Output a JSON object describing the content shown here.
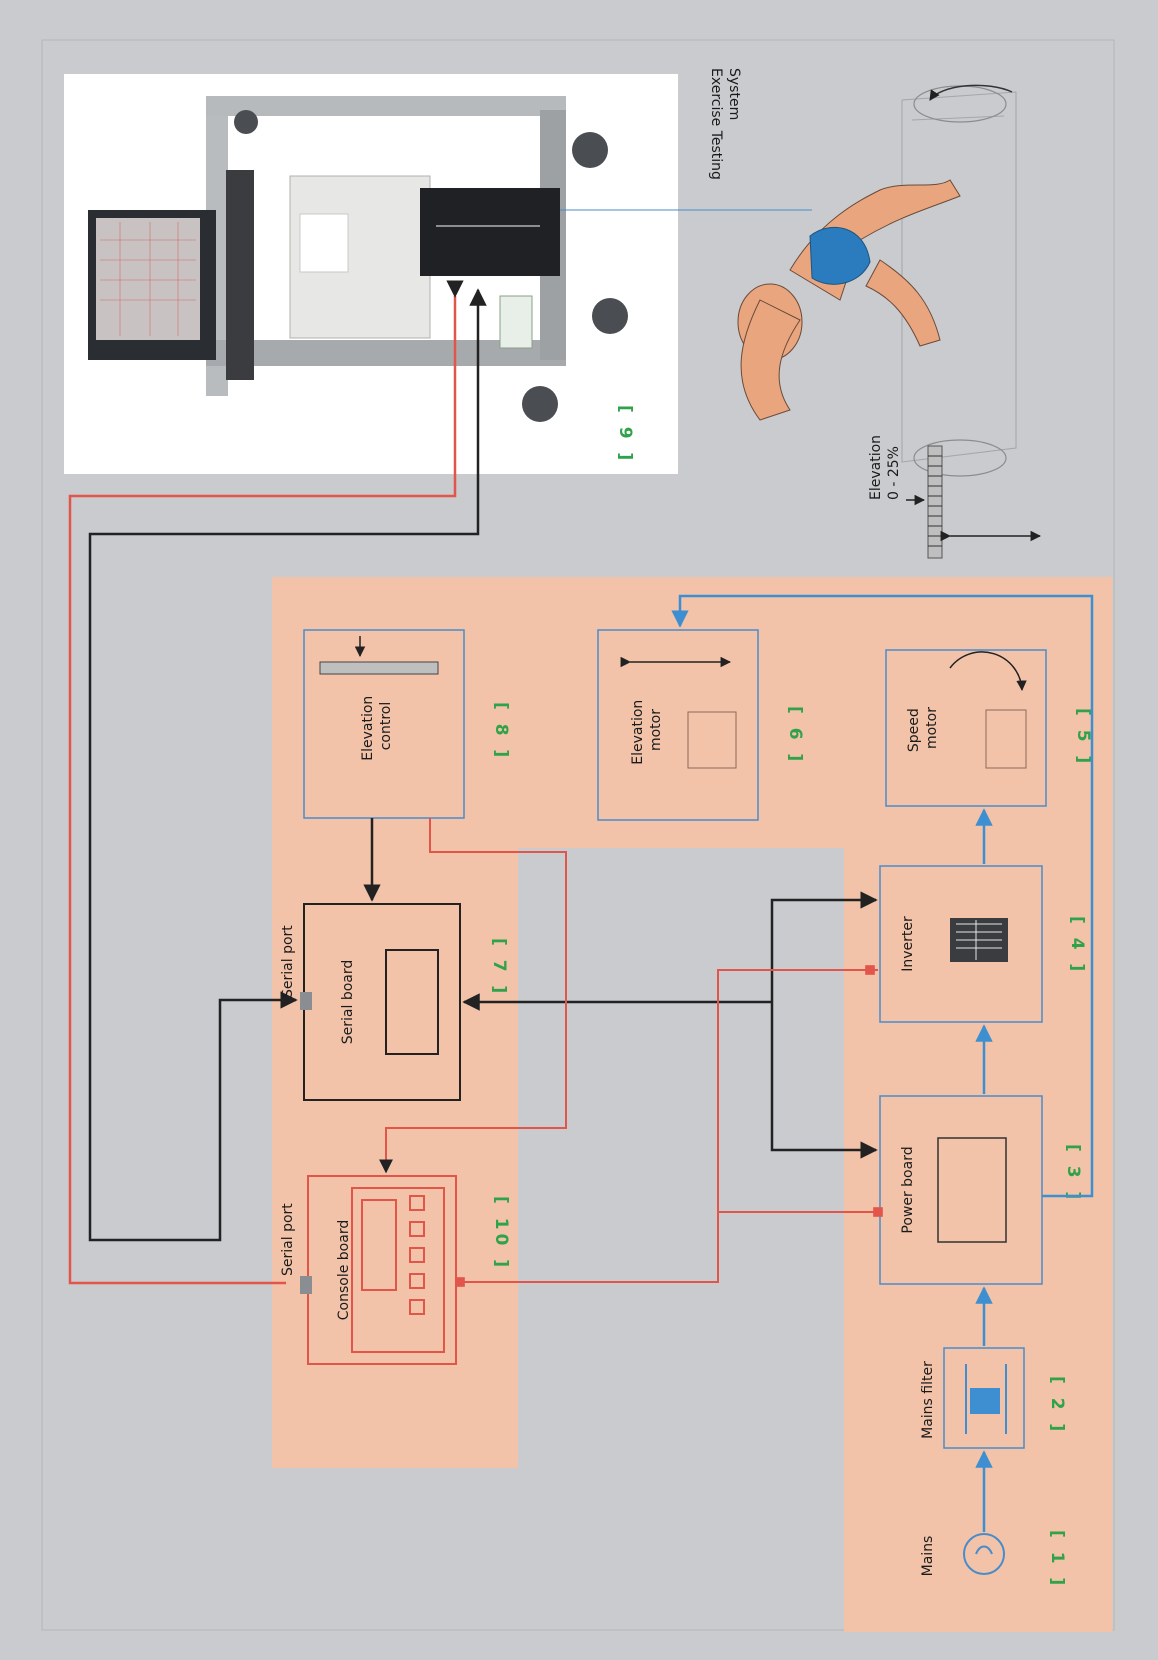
{
  "colors": {
    "background": "#c9cbce",
    "panel": "#f2c3a9",
    "block_border_blue": "#4a8cc9",
    "signal_red": "#e2554a",
    "signal_black": "#222222",
    "flow_blue": "#3d8fd1",
    "tag_green": "#2fa24a"
  },
  "external": {
    "title": "Exercise Testing\nSystem",
    "tag": "[ 9 ]",
    "elevation_label": "Elevation\n0 - 25%"
  },
  "blocks": {
    "mains": {
      "label": "Mains",
      "tag": "[ 1 ]",
      "icon": "ac-source-icon"
    },
    "mains_filter": {
      "label": "Mains filter",
      "tag": "[ 2 ]",
      "icon": "filter-icon"
    },
    "power_board": {
      "label": "Power board",
      "tag": "[ 3 ]",
      "icon": "board-icon"
    },
    "inverter": {
      "label": "Inverter",
      "tag": "[ 4 ]",
      "icon": "inverter-icon"
    },
    "speed_motor": {
      "label": "Speed\nmotor",
      "tag": "[ 5 ]",
      "icon": "rotation-motor-icon"
    },
    "elevation_motor": {
      "label": "Elevation\nmotor",
      "tag": "[ 6 ]",
      "icon": "linear-motor-icon"
    },
    "serial_board": {
      "label": "Serial board",
      "tag": "[ 7 ]",
      "port_label": "Serial port"
    },
    "elevation_control": {
      "label": "Elevation\ncontrol",
      "tag": "[ 8 ]",
      "icon": "scale-icon"
    },
    "console_board": {
      "label": "Console board",
      "tag": "[ 10 ]",
      "port_label": "Serial port"
    }
  }
}
